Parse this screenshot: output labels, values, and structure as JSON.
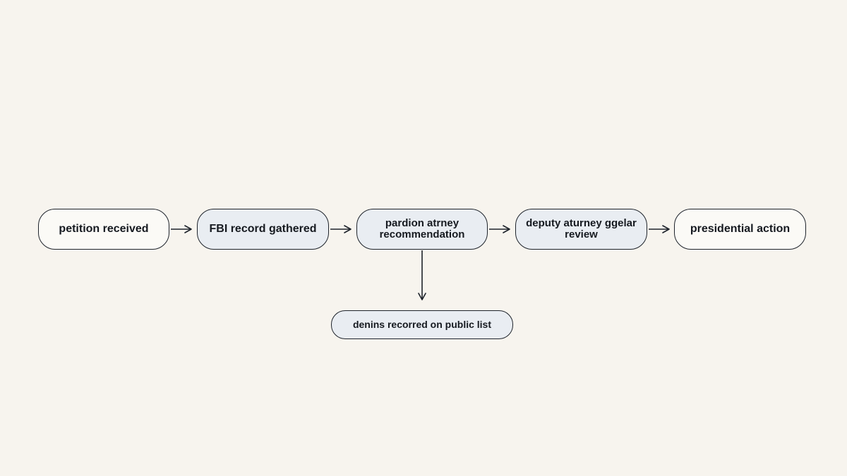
{
  "flowchart": {
    "nodes": [
      {
        "id": "n1",
        "label": "petition received"
      },
      {
        "id": "n2",
        "label": "FBI record gathered"
      },
      {
        "id": "n3",
        "label": "pardion atrney\nrecommendation"
      },
      {
        "id": "n4",
        "label": "deputy aturney ggelar\nreview"
      },
      {
        "id": "n5",
        "label": "presidential action"
      },
      {
        "id": "n6",
        "label": "denins recorred on public list"
      }
    ],
    "edges": [
      {
        "from": "n1",
        "to": "n2"
      },
      {
        "from": "n2",
        "to": "n3"
      },
      {
        "from": "n3",
        "to": "n4"
      },
      {
        "from": "n4",
        "to": "n5"
      },
      {
        "from": "n3",
        "to": "n6"
      }
    ],
    "colors": {
      "background": "#f7f4ee",
      "stroke": "#1e232b",
      "node_fill_plain": "#fbfaf6",
      "node_fill_filled": "#e9edf2"
    }
  }
}
